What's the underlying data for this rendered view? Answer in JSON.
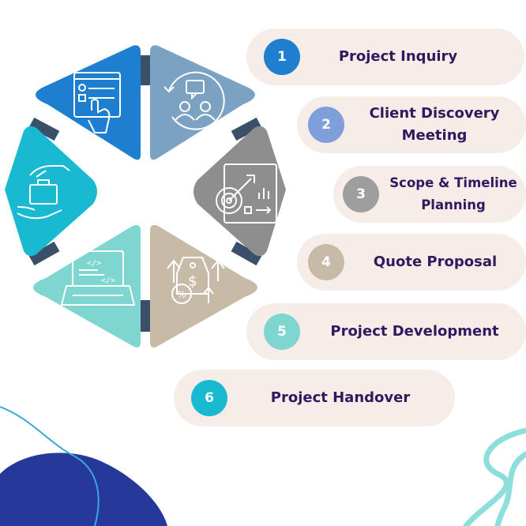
{
  "colors": {
    "pill_bg": "#f7ede8",
    "label_text": "#33175f",
    "step1": "#1e7fd0",
    "step2": "#7f9fdc",
    "step3": "#9e9e9e",
    "step4": "#c7bba8",
    "step5": "#7fd6d0",
    "step6": "#19b9d1"
  },
  "steps": [
    {
      "number": "1",
      "label": "Project Inquiry",
      "icon": "web-form-hand-icon"
    },
    {
      "number": "2",
      "label": "Client Discovery Meeting",
      "icon": "client-chat-icon"
    },
    {
      "number": "3",
      "label": "Scope & Timeline Planning",
      "icon": "target-clipboard-icon"
    },
    {
      "number": "4",
      "label": "Quote Proposal",
      "icon": "price-tag-icon"
    },
    {
      "number": "5",
      "label": "Project Development",
      "icon": "laptop-code-icon"
    },
    {
      "number": "6",
      "label": "Project Handover",
      "icon": "hands-briefcase-icon"
    }
  ]
}
